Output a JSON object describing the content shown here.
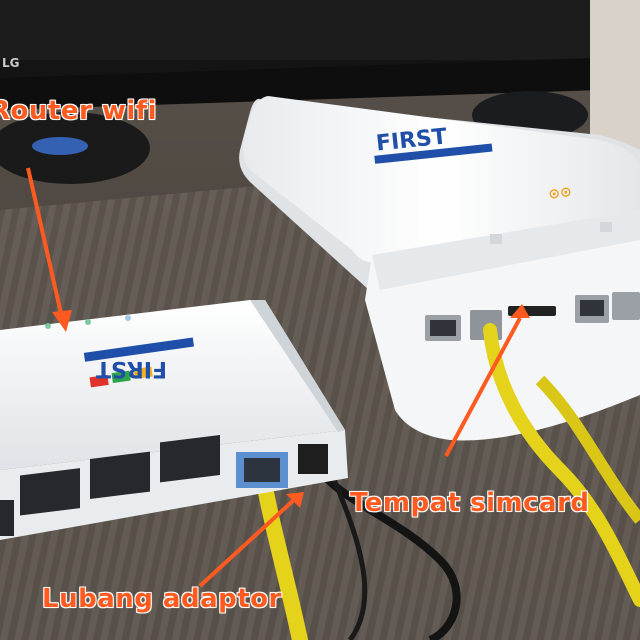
{
  "labels": {
    "router": "Router wifi",
    "simcard": "Tempat simcard",
    "adaptor": "Lubang adaptor"
  },
  "brands": {
    "tv": "LG",
    "modem": "FIRST",
    "router": "FIRST"
  },
  "colors": {
    "annotation": "#ff5a1f",
    "cable": "#e5d21a",
    "device": "#f2f4f6",
    "brand_blue": "#1f4fa8",
    "brand_red": "#e0312a"
  }
}
